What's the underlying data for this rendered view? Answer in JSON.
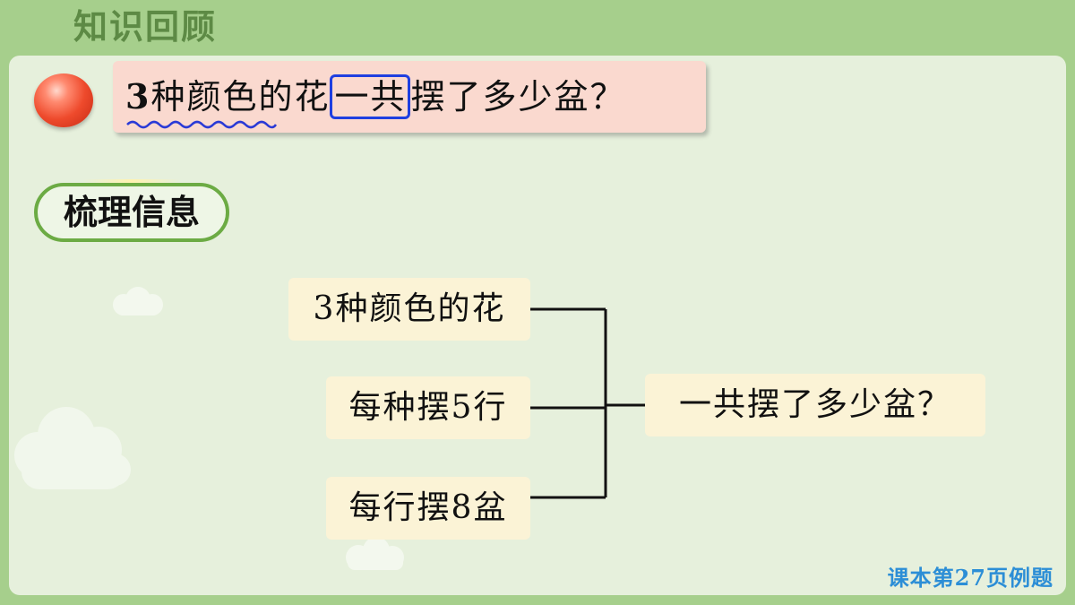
{
  "header": {
    "title": "知识回顾"
  },
  "question": {
    "part_number": "3",
    "part_mid": "种颜色的花",
    "part_highlight": "一共",
    "part_end": "摆了多少盆？"
  },
  "section": {
    "label": "梳理信息"
  },
  "diagram": {
    "info_items": [
      "3种颜色的花",
      "每种摆5行",
      "每行摆8盆"
    ],
    "result": "一共摆了多少盆？"
  },
  "footer": {
    "reference": "课本第27页例题"
  },
  "colors": {
    "background": "#a6cf8c",
    "panel": "#e6f0dc",
    "question_box": "#fad9cf",
    "highlight_border": "#1f3fe0",
    "info_box": "#fbf3d6",
    "section_border": "#6cab44",
    "footer_text": "#2c8ed6"
  },
  "icons": {
    "bullet": "red-ball-icon",
    "decor": "cloud-icon"
  }
}
